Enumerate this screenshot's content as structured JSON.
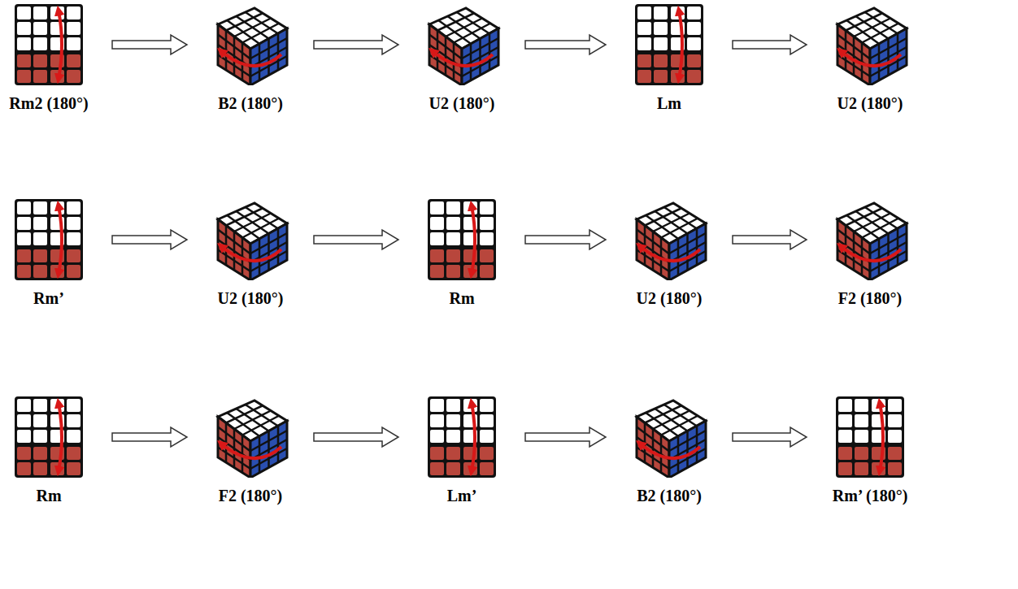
{
  "diagram": {
    "nodes": [
      {
        "text": [
          "Rm2 (180°)"
        ]
      },
      {
        "text": [
          "B2 (180°)"
        ]
      },
      {
        "text": [
          "U2 (180°)"
        ]
      },
      {
        "text": [
          "Lm"
        ]
      },
      {
        "text": [
          "U2 (180°)"
        ]
      },
      {
        "text": [
          "Rm’"
        ]
      },
      {
        "text": [
          "U2 (180°)"
        ]
      },
      {
        "text": [
          "Rm"
        ]
      },
      {
        "text": [
          "U2 (180°)"
        ]
      },
      {
        "text": [
          "F2 (180°)"
        ]
      },
      {
        "text": [
          "Rm"
        ]
      },
      {
        "text": [
          "F2 (180°)"
        ]
      },
      {
        "text": [
          "Lm’"
        ]
      },
      {
        "text": [
          "B2 (180°)"
        ]
      },
      {
        "text": [
          "Rm’ (180°)"
        ]
      }
    ],
    "edges": [
      {
        "from": 0,
        "to": 1,
        "arrow": "to"
      },
      {
        "from": 1,
        "to": 2,
        "arrow": "to"
      },
      {
        "from": 2,
        "to": 3,
        "arrow": "to"
      },
      {
        "from": 3,
        "to": 4,
        "arrow": "to"
      },
      {
        "from": 5,
        "to": 6,
        "arrow": "to"
      },
      {
        "from": 6,
        "to": 7,
        "arrow": "to"
      },
      {
        "from": 7,
        "to": 8,
        "arrow": "to"
      },
      {
        "from": 8,
        "to": 9,
        "arrow": "to"
      },
      {
        "from": 10,
        "to": 11,
        "arrow": "to"
      },
      {
        "from": 11,
        "to": 12,
        "arrow": "to"
      },
      {
        "from": 12,
        "to": 13,
        "arrow": "to"
      },
      {
        "from": 13,
        "to": 14,
        "arrow": "to"
      }
    ]
  }
}
